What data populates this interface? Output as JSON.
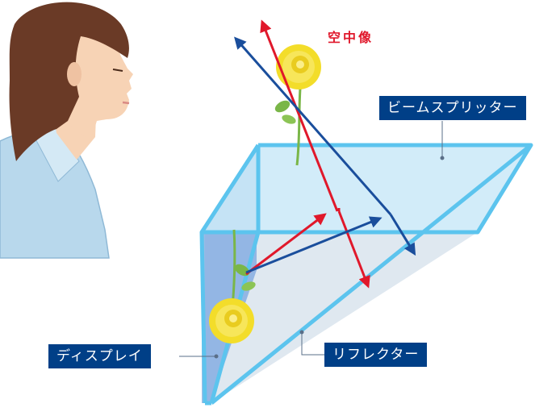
{
  "labels": {
    "aerial_image": "空中像",
    "beam_splitter": "ビームスプリッター",
    "display": "ディスプレイ",
    "reflector": "リフレクター"
  },
  "colors": {
    "label_bg": "#003f87",
    "label_text": "#ffffff",
    "aerial_text": "#e0182b",
    "red_ray": "#e0182b",
    "blue_ray": "#1a4e9c",
    "frame": "#5cc4ee",
    "glass": "#cdeaf8",
    "reflector_surface": "#dfe8f0",
    "display_panel": "#8eb4e2",
    "skin": "#f7d3b5",
    "hair": "#6a3a26",
    "shirt": "#b8d8ec",
    "rose": "#f3dd2a",
    "stem": "#7ab648"
  }
}
